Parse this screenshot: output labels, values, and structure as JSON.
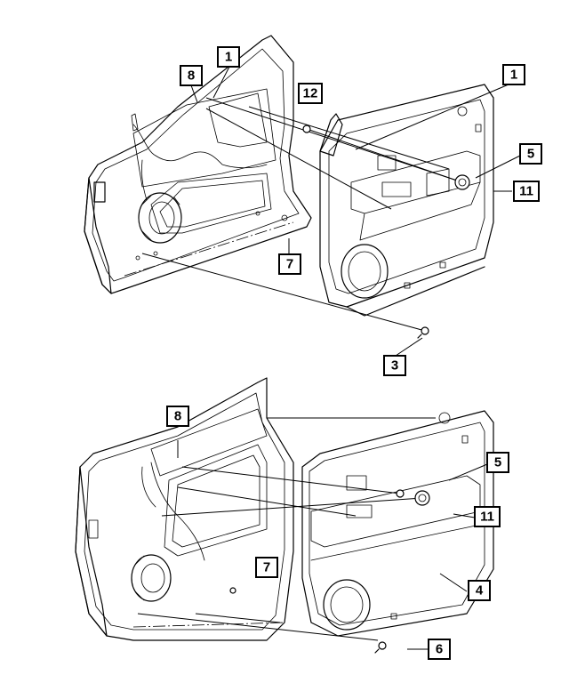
{
  "diagram": {
    "callouts_front_door": [
      "1",
      "8",
      "12",
      "1",
      "5",
      "11",
      "7",
      "3"
    ],
    "callouts_rear_door": [
      "8",
      "5",
      "11",
      "7",
      "4",
      "6"
    ]
  }
}
